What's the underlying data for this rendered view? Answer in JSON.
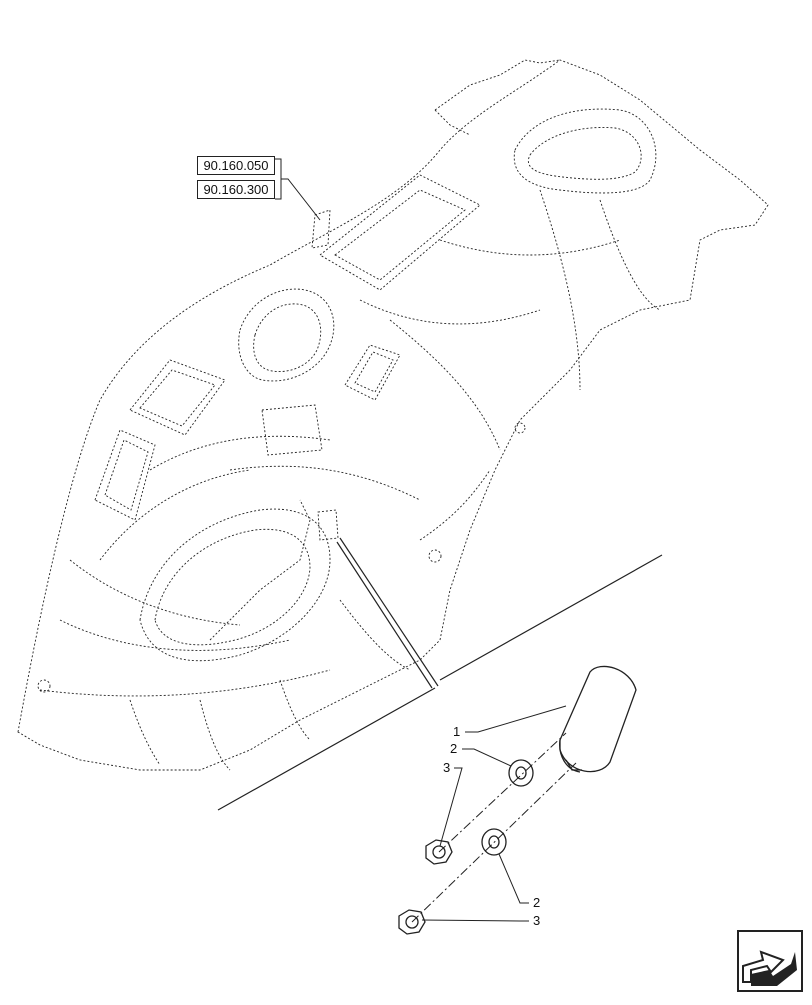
{
  "references": [
    {
      "code": "90.160.050"
    },
    {
      "code": "90.160.300"
    }
  ],
  "callouts": {
    "c1": "1",
    "c2a": "2",
    "c3a": "3",
    "c2b": "2",
    "c3b": "3"
  },
  "icons": {
    "nav": "next-page-arrow-icon"
  },
  "colors": {
    "line": "#222222",
    "background": "#ffffff"
  }
}
